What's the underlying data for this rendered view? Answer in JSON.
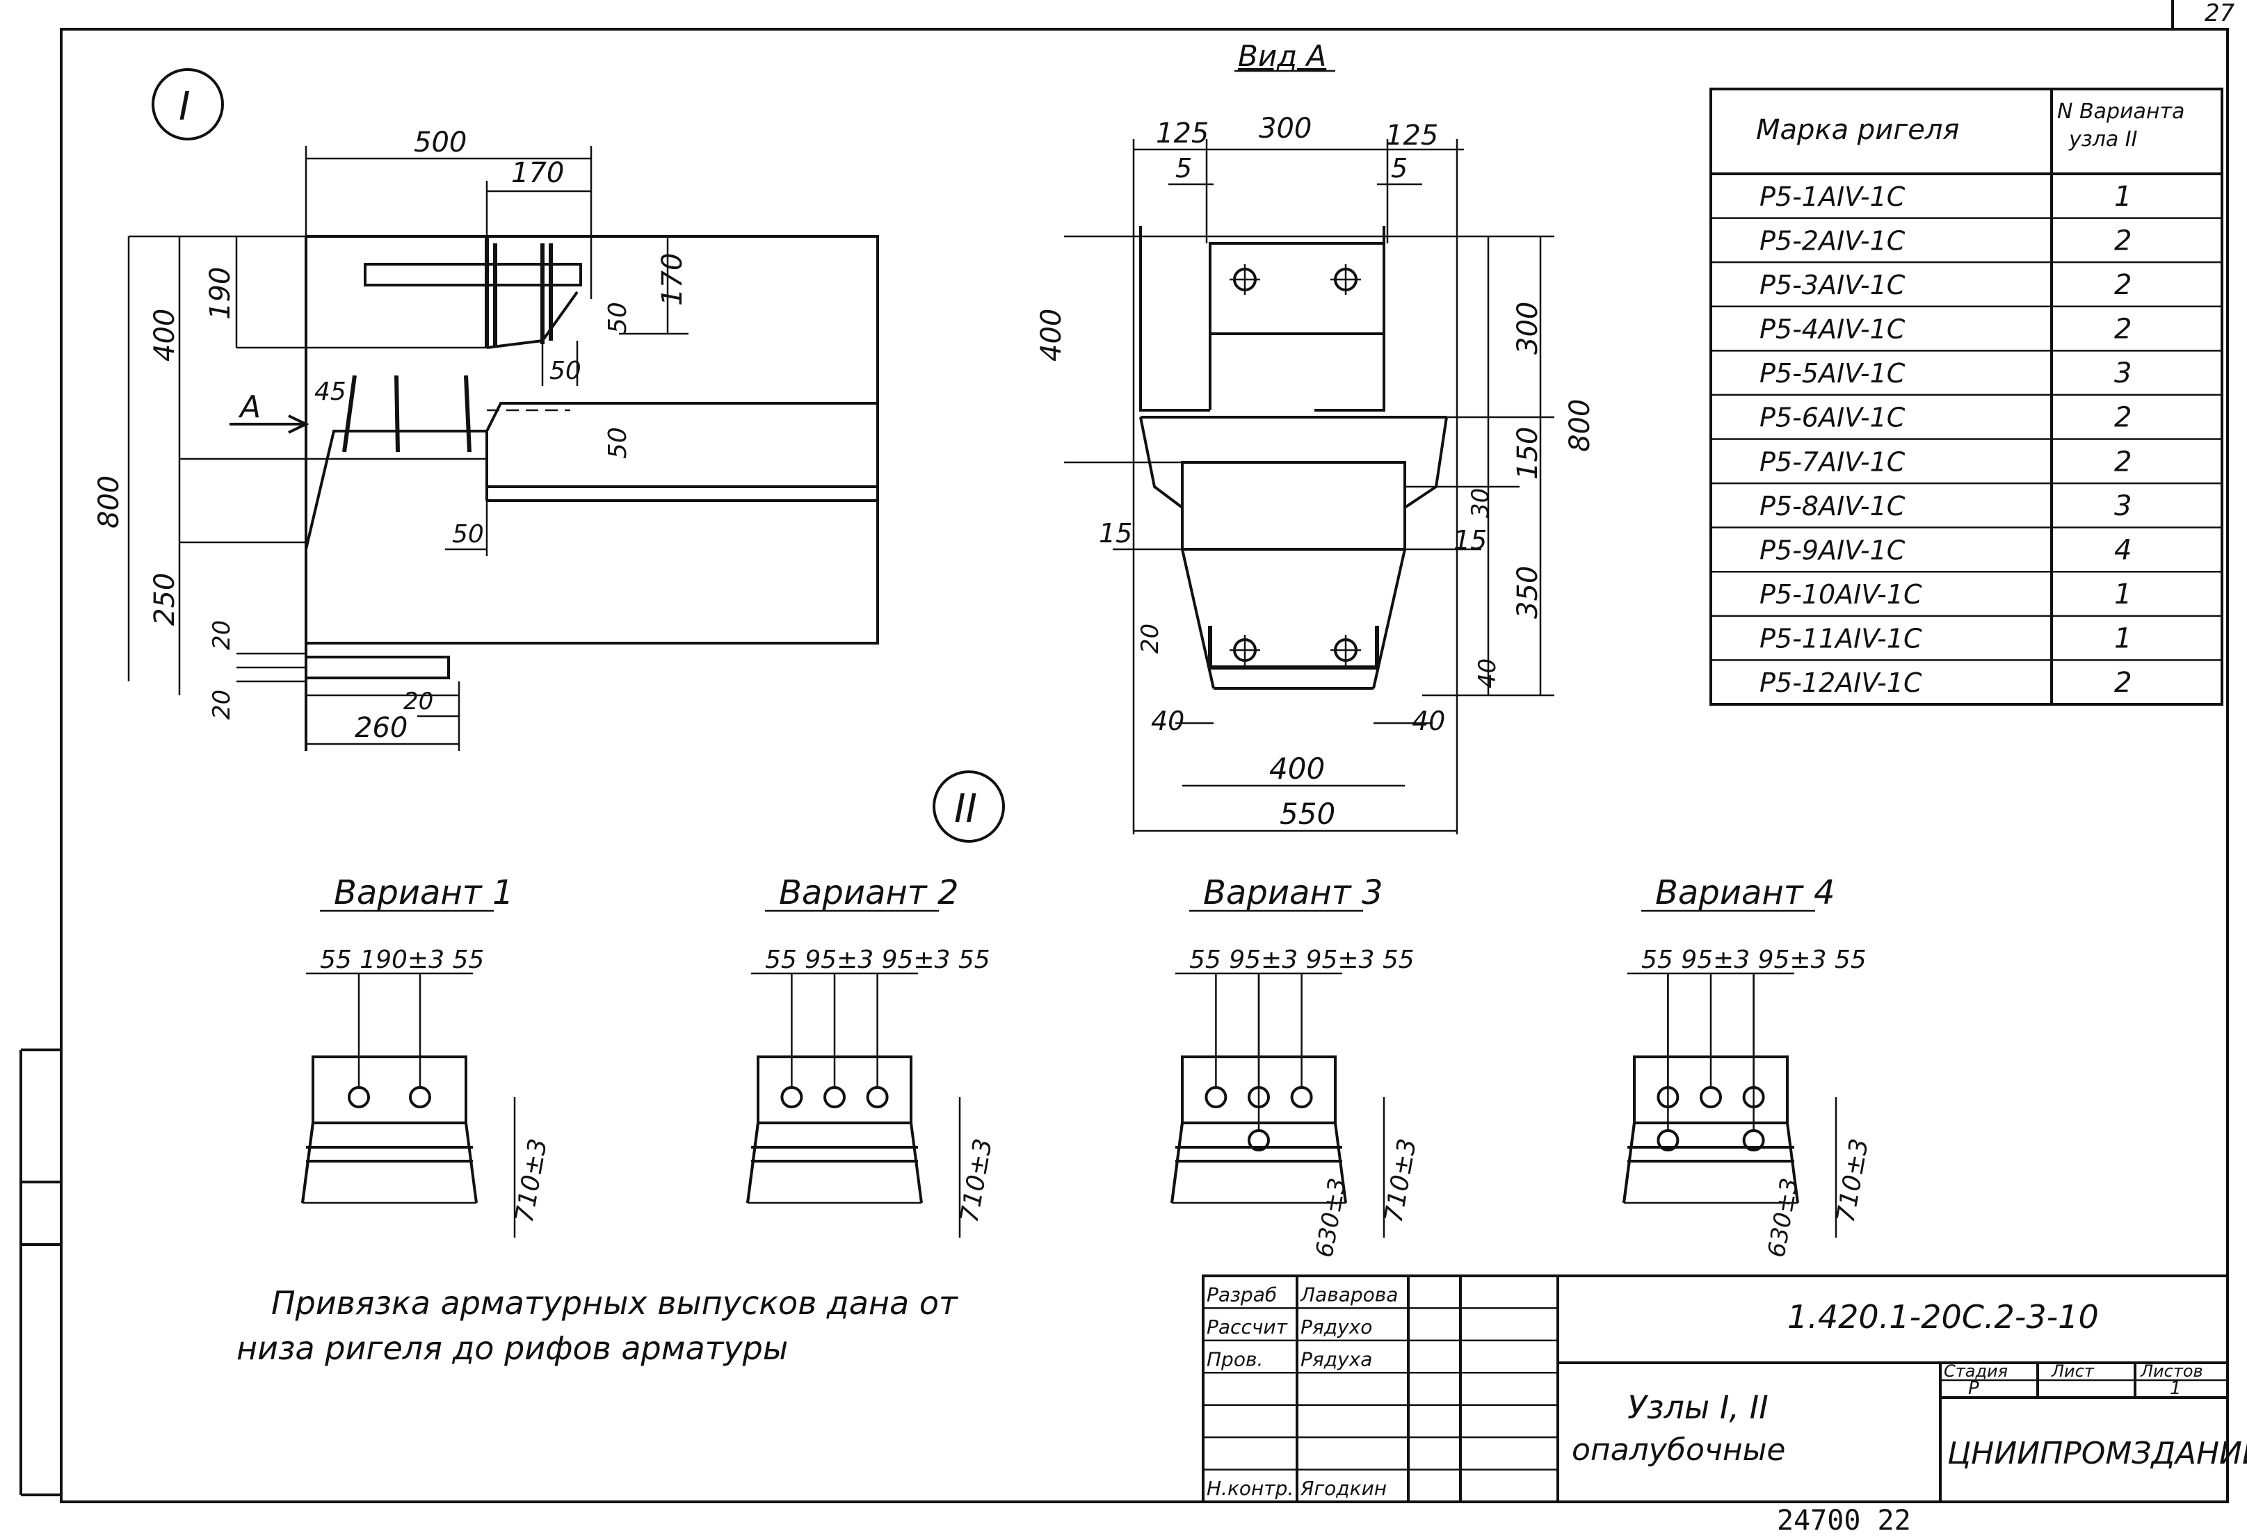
{
  "page_corner": "27",
  "node_labels": {
    "node1": "I",
    "node2": "II"
  },
  "view_a_title": "Вид А",
  "arrow_a_label": "А",
  "node1_dims": {
    "d500": "500",
    "d170_top": "170",
    "d190": "190",
    "d400": "400",
    "d170_right": "170",
    "d50_a": "50",
    "d50_b": "50",
    "d45": "45",
    "d50_c": "50",
    "d50_d": "50",
    "d800": "800",
    "d250": "250",
    "d20_a": "20",
    "d20_b": "20",
    "d20_c": "20",
    "d260": "260"
  },
  "view_a_dims": {
    "d125_l": "125",
    "d300_top": "300",
    "d125_r": "125",
    "d5_l": "5",
    "d5_r": "5",
    "d400_left": "400",
    "d300_right": "300",
    "d800": "800",
    "d150": "150",
    "d30": "30",
    "d15_l": "15",
    "d15_r": "15",
    "d350": "350",
    "d20": "20",
    "d40_r": "40",
    "d40_bl": "40",
    "d40_br": "40",
    "d400_bottom": "400",
    "d550": "550"
  },
  "table": {
    "headers": [
      "Марка ригеля",
      "N Варианта узла II"
    ],
    "rows": [
      [
        "Р5-1АIV-1С",
        "1"
      ],
      [
        "Р5-2АIV-1С",
        "2"
      ],
      [
        "Р5-3АIV-1С",
        "2"
      ],
      [
        "Р5-4АIV-1С",
        "2"
      ],
      [
        "Р5-5АIV-1С",
        "3"
      ],
      [
        "Р5-6АIV-1С",
        "2"
      ],
      [
        "Р5-7АIV-1С",
        "2"
      ],
      [
        "Р5-8АIV-1С",
        "3"
      ],
      [
        "Р5-9АIV-1С",
        "4"
      ],
      [
        "Р5-10АIV-1С",
        "1"
      ],
      [
        "Р5-11АIV-1С",
        "1"
      ],
      [
        "Р5-12АIV-1С",
        "2"
      ]
    ]
  },
  "variants": [
    {
      "title": "Вариант 1",
      "dims": "55  190±3  55",
      "height": "710±3",
      "extra": ""
    },
    {
      "title": "Вариант 2",
      "dims": "55  95±3  95±3  55",
      "height": "710±3",
      "extra": ""
    },
    {
      "title": "Вариант 3",
      "dims": "55  95±3  95±3  55",
      "height": "710±3",
      "extra": "630±3"
    },
    {
      "title": "Вариант 4",
      "dims": "55  95±3  95±3  55",
      "height": "710±3",
      "extra": "630±3"
    }
  ],
  "note": {
    "line1": "Привязка арматурных выпусков дана от",
    "line2": "низа ригеля до рифов арматуры"
  },
  "title_block": {
    "roles": [
      "Разраб",
      "Рассчит",
      "Пров.",
      "",
      "",
      "",
      "Н.контр."
    ],
    "names": [
      "Лаварова",
      "Рядухо",
      "Рядуха",
      "",
      "",
      "",
      "Ягодкин"
    ],
    "code": "1.420.1-20С.2-3-10",
    "title1": "Узлы I, II",
    "title2": "опалубочные",
    "stage_label": "Стадия",
    "sheet_label": "Лист",
    "sheets_label": "Листов",
    "stage": "Р",
    "sheets": "1",
    "org": "ЦНИИПРОМЗДАНИЙ"
  },
  "footer_number": "24700  22"
}
